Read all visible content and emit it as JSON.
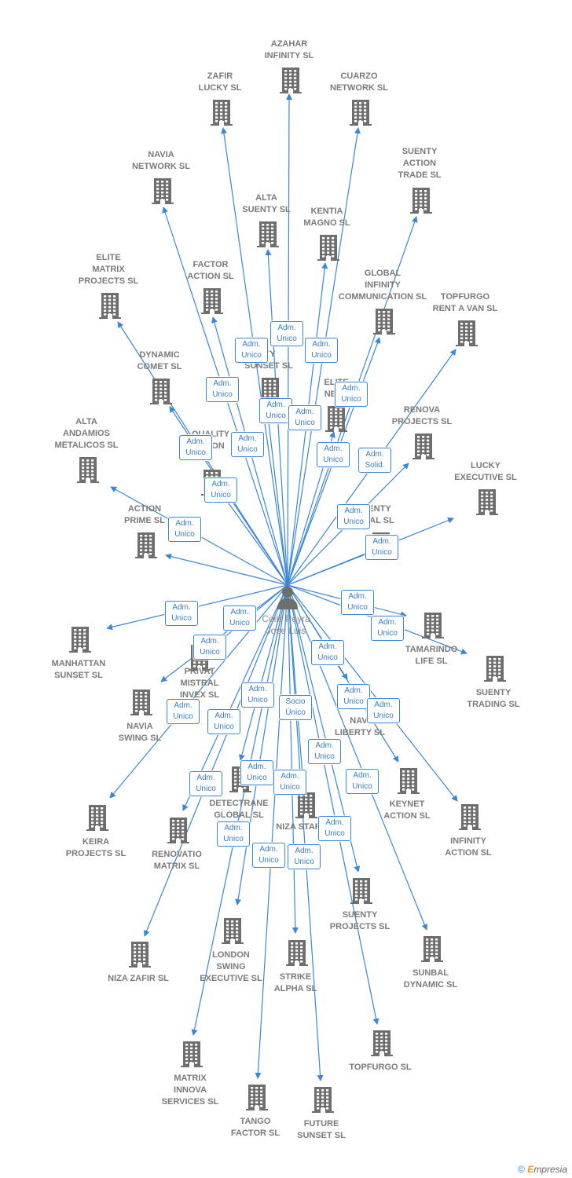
{
  "center": {
    "name": "Colls Peyra Jose Luis",
    "line1": "Colls Peyra",
    "line2": "Jose Luis"
  },
  "companies": [
    {
      "id": "azahar",
      "name": "AZAHAR INFINITY SL",
      "lines": [
        "AZAHAR",
        "INFINITY SL"
      ]
    },
    {
      "id": "zafir",
      "name": "ZAFIR LUCKY SL",
      "lines": [
        "ZAFIR",
        "LUCKY SL"
      ]
    },
    {
      "id": "cuarzo",
      "name": "CUARZO NETWORK SL",
      "lines": [
        "CUARZO",
        "NETWORK SL"
      ]
    },
    {
      "id": "suenty_action",
      "name": "SUENTY ACTION TRADE SL",
      "lines": [
        "SUENTY",
        "ACTION",
        "TRADE SL"
      ]
    },
    {
      "id": "navia_net",
      "name": "NAVIA NETWORK SL",
      "lines": [
        "NAVIA",
        "NETWORK SL"
      ]
    },
    {
      "id": "alta_suenty",
      "name": "ALTA SUENTY SL",
      "lines": [
        "ALTA",
        "SUENTY SL"
      ]
    },
    {
      "id": "kentia",
      "name": "KENTIA MAGNO SL",
      "lines": [
        "KENTIA",
        "MAGNO SL"
      ]
    },
    {
      "id": "elite_matrix",
      "name": "ELITE MATRIX PROJECTS SL",
      "lines": [
        "ELITE",
        "MATRIX",
        "PROJECTS SL"
      ]
    },
    {
      "id": "factor",
      "name": "FACTOR ACTION SL",
      "lines": [
        "FACTOR",
        "ACTION SL"
      ]
    },
    {
      "id": "global_inf",
      "name": "GLOBAL INFINITY COMMUNICATION SL",
      "lines": [
        "GLOBAL",
        "INFINITY",
        "COMMUNICATION SL"
      ]
    },
    {
      "id": "topfurgo_rent",
      "name": "TOPFURGO RENT A VAN SL",
      "lines": [
        "TOPFURGO",
        "RENT A VAN SL"
      ]
    },
    {
      "id": "dynamic",
      "name": "DYNAMIC COMET SL",
      "lines": [
        "DYNAMIC",
        "COMET SL"
      ]
    },
    {
      "id": "quality_sunset",
      "name": "QUALITY SUNSET SL",
      "lines": [
        "ITY",
        "SUNSET SL"
      ]
    },
    {
      "id": "elite_nexus",
      "name": "ELITE NEXUS",
      "lines": [
        "ELITE",
        "NEXU"
      ]
    },
    {
      "id": "renova",
      "name": "RENOVA PROJECTS SL",
      "lines": [
        "RENOVA",
        "PROJECTS SL"
      ]
    },
    {
      "id": "alta_andamios",
      "name": "ALTA ANDAMIOS METALICOS SL",
      "lines": [
        "ALTA",
        "ANDAMIOS",
        "METALICOS SL"
      ]
    },
    {
      "id": "quality_accion",
      "name": "QUALITY ACCION",
      "lines": [
        "QUALITY",
        "CCION"
      ]
    },
    {
      "id": "lucky_exec",
      "name": "LUCKY EXECUTIVE SL",
      "lines": [
        "LUCKY",
        "EXECUTIVE SL"
      ]
    },
    {
      "id": "action_prime",
      "name": "ACTION PRIME SL",
      "lines": [
        "ACTION",
        "PRIME SL"
      ]
    },
    {
      "id": "suenty_vital",
      "name": "SUENTY VITAL SL",
      "lines": [
        "ENTY",
        "TAL SL"
      ]
    },
    {
      "id": "manhattan",
      "name": "MANHATTAN SUNSET SL",
      "lines": [
        "MANHATTAN",
        "SUNSET SL"
      ]
    },
    {
      "id": "tamarindo",
      "name": "TAMARINDO LIFE SL",
      "lines": [
        "TAMARINDO",
        "LIFE SL"
      ]
    },
    {
      "id": "suenty_trading",
      "name": "SUENTY TRADING SL",
      "lines": [
        "SUENTY",
        "TRADING SL"
      ]
    },
    {
      "id": "privat",
      "name": "PRIVAT MISTRAL INVEX SL",
      "lines": [
        "PRIVAT",
        "MISTRAL",
        "INVEX  SL"
      ]
    },
    {
      "id": "navia_swing",
      "name": "NAVIA SWING SL",
      "lines": [
        "NAVIA",
        "SWING SL"
      ]
    },
    {
      "id": "navia_liberty",
      "name": "NAVIA LIBERTY SL",
      "lines": [
        "NAVI",
        "LIBERTY SL"
      ]
    },
    {
      "id": "keynet",
      "name": "KEYNET ACTION SL",
      "lines": [
        "KEYNET",
        "ACTION SL"
      ]
    },
    {
      "id": "infinity_action",
      "name": "INFINITY ACTION SL",
      "lines": [
        "INFINITY",
        "ACTION SL"
      ]
    },
    {
      "id": "detectrane",
      "name": "DETECTRANE GLOBAL SL",
      "lines": [
        "DETECTRANE",
        "GLOBAL SL"
      ]
    },
    {
      "id": "niza_star",
      "name": "NIZA STAR",
      "lines": [
        "NIZA STAR"
      ]
    },
    {
      "id": "keira",
      "name": "KEIRA PROJECTS SL",
      "lines": [
        "KEIRA",
        "PROJECTS SL"
      ]
    },
    {
      "id": "renovatio",
      "name": "RENOVATIO MATRIX SL",
      "lines": [
        "RENOVATIO",
        "MATRIX SL"
      ]
    },
    {
      "id": "suenty_projects",
      "name": "SUENTY PROJECTS SL",
      "lines": [
        "SUENTY",
        "PROJECTS SL"
      ]
    },
    {
      "id": "sunbal",
      "name": "SUNBAL DYNAMIC SL",
      "lines": [
        "SUNBAL",
        "DYNAMIC SL"
      ]
    },
    {
      "id": "niza_zafir",
      "name": "NIZA ZAFIR SL",
      "lines": [
        "NIZA ZAFIR SL"
      ]
    },
    {
      "id": "london",
      "name": "LONDON SWING EXECUTIVE SL",
      "lines": [
        "LONDON",
        "SWING",
        "EXECUTIVE SL"
      ]
    },
    {
      "id": "strike",
      "name": "STRIKE ALPHA SL",
      "lines": [
        "STRIKE",
        "ALPHA SL"
      ]
    },
    {
      "id": "topfurgo",
      "name": "TOPFURGO SL",
      "lines": [
        "TOPFURGO SL"
      ]
    },
    {
      "id": "matrix_innova",
      "name": "MATRIX INNOVA SERVICES SL",
      "lines": [
        "MATRIX",
        "INNOVA",
        "SERVICES SL"
      ]
    },
    {
      "id": "tango",
      "name": "TANGO FACTOR SL",
      "lines": [
        "TANGO",
        "FACTOR SL"
      ]
    },
    {
      "id": "future",
      "name": "FUTURE SUNSET SL",
      "lines": [
        "FUTURE",
        "SUNSET SL"
      ]
    }
  ],
  "roles": [
    {
      "target": "azahar",
      "role": [
        "Adm.",
        "Unico"
      ]
    },
    {
      "target": "zafir",
      "role": [
        "Adm.",
        "Unico"
      ]
    },
    {
      "target": "cuarzo",
      "role": [
        "Adm.",
        "Unico"
      ]
    },
    {
      "target": "suenty_action",
      "role": [
        "Adm.",
        "Unico"
      ]
    },
    {
      "target": "navia_net",
      "role": [
        "Adm.",
        "Unico"
      ]
    },
    {
      "target": "alta_suenty",
      "role": [
        "Adm.",
        "Unico"
      ]
    },
    {
      "target": "kentia",
      "role": [
        "Adm.",
        "Unico"
      ]
    },
    {
      "target": "elite_matrix",
      "role": [
        "Adm.",
        "Unico"
      ]
    },
    {
      "target": "factor",
      "role": [
        "Adm.",
        "Unico"
      ]
    },
    {
      "target": "global_inf",
      "role": [
        "Adm.",
        "Unico"
      ]
    },
    {
      "target": "topfurgo_rent",
      "role": [
        "Adm.",
        "Solid."
      ]
    },
    {
      "target": "dynamic",
      "role": [
        "Adm.",
        "Unico"
      ]
    },
    {
      "target": "quality_sunset",
      "role": [
        "Adm.",
        "Unico"
      ]
    },
    {
      "target": "elite_nexus",
      "role": [
        "Adm.",
        "Unico"
      ]
    },
    {
      "target": "renova",
      "role": [
        "Adm.",
        "Unico"
      ]
    },
    {
      "target": "alta_andamios",
      "role": [
        "Adm.",
        "Unico"
      ]
    },
    {
      "target": "quality_accion",
      "role": [
        "Adm.",
        "Unico"
      ]
    },
    {
      "target": "lucky_exec",
      "role": [
        "Adm.",
        "Unico"
      ]
    },
    {
      "target": "action_prime",
      "role": [
        "Adm.",
        "Unico"
      ]
    },
    {
      "target": "suenty_vital",
      "role": [
        "Adm.",
        "Unico"
      ]
    },
    {
      "target": "manhattan",
      "role": [
        "Adm.",
        "Unico"
      ]
    },
    {
      "target": "tamarindo",
      "role": [
        "Adm.",
        "Unico"
      ]
    },
    {
      "target": "suenty_trading",
      "role": [
        "Adm.",
        "Unico"
      ]
    },
    {
      "target": "privat",
      "role": [
        "Adm.",
        "Unico"
      ]
    },
    {
      "target": "navia_swing",
      "role": [
        "Adm.",
        "Unico"
      ]
    },
    {
      "target": "navia_liberty",
      "role": [
        "Adm.",
        "Unico"
      ]
    },
    {
      "target": "keynet",
      "role": [
        "Adm.",
        "Unico"
      ]
    },
    {
      "target": "infinity_action",
      "role": [
        "Adm.",
        "Unico"
      ]
    },
    {
      "target": "detectrane",
      "role": [
        "Adm.",
        "Unico"
      ]
    },
    {
      "target": "niza_star",
      "role": [
        "Socio",
        "Único"
      ]
    },
    {
      "target": "keira",
      "role": [
        "Adm.",
        "Unico"
      ]
    },
    {
      "target": "renovatio",
      "role": [
        "Adm.",
        "Unico"
      ]
    },
    {
      "target": "suenty_projects",
      "role": [
        "Adm.",
        "Unico"
      ]
    },
    {
      "target": "sunbal",
      "role": [
        "Adm.",
        "Unico"
      ]
    },
    {
      "target": "niza_zafir",
      "role": [
        "Adm.",
        "Unico"
      ]
    },
    {
      "target": "london",
      "role": [
        "Adm.",
        "Unico"
      ]
    },
    {
      "target": "strike",
      "role": [
        "Adm.",
        "Unico"
      ]
    },
    {
      "target": "topfurgo",
      "role": [
        "Adm.",
        "Unico"
      ]
    },
    {
      "target": "matrix_innova",
      "role": [
        "Adm.",
        "Unico"
      ]
    },
    {
      "target": "tango",
      "role": [
        "Adm.",
        "Unico"
      ]
    },
    {
      "target": "future",
      "role": [
        "Adm.",
        "Unico"
      ]
    }
  ],
  "footer": {
    "copyright": "©",
    "brand_e": "E",
    "brand_rest": "mpresia"
  },
  "colors": {
    "edge": "#3a86d9",
    "node": "#6e6e6e",
    "label": "#7a7a7a"
  },
  "icons": {
    "company": "building-icon",
    "person": "person-icon"
  }
}
